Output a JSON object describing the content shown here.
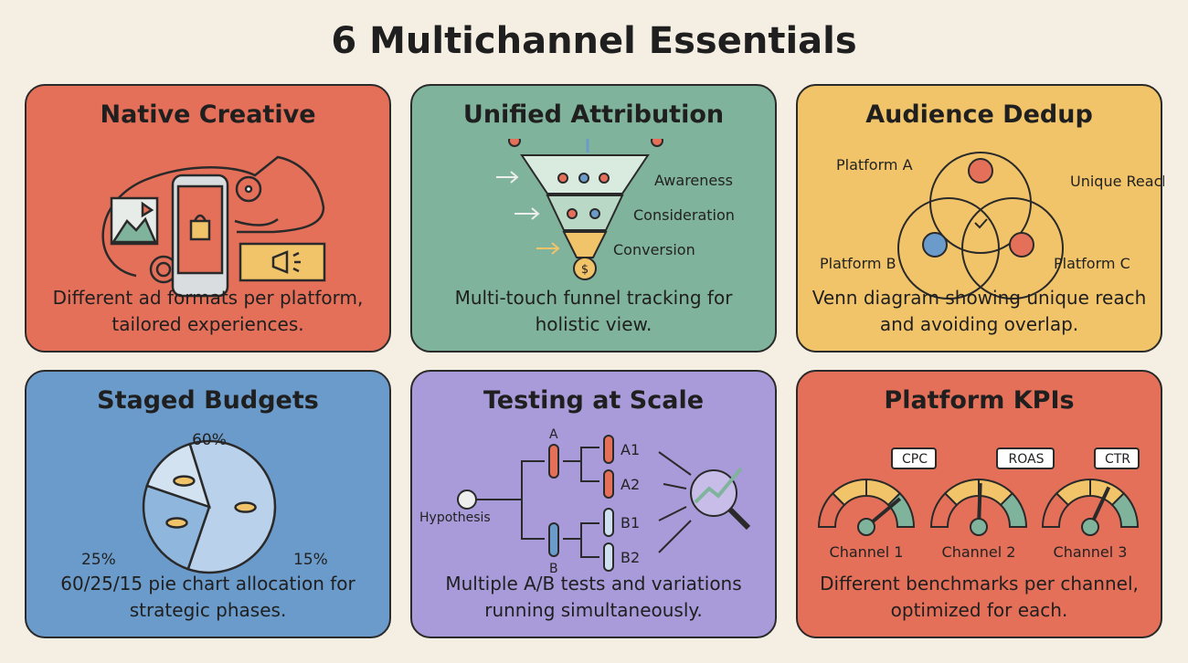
{
  "title": "6 Multichannel Essentials",
  "colors": {
    "background": "#f5efe3",
    "red": "#e5705a",
    "green": "#80b39b",
    "yellow": "#f2c46a",
    "blue": "#6b9bca",
    "purple": "#a99bd9",
    "outline": "#2a2a2a"
  },
  "cards": [
    {
      "title": "Native Creative",
      "desc": "Different ad formats per platform, tailored experiences."
    },
    {
      "title": "Unified Attribution",
      "desc": "Multi-touch funnel tracking for holistic view.",
      "labels": [
        "Awareness",
        "Consideration",
        "Conversion"
      ],
      "coin": "$"
    },
    {
      "title": "Audience Dedup",
      "desc": "Venn diagram showing unique reach and avoiding overlap.",
      "labels": [
        "Platform A",
        "Platform B",
        "Platform C",
        "Unique Reach"
      ]
    },
    {
      "title": "Staged Budgets",
      "desc": "60/25/15 pie chart allocation for strategic phases.",
      "slices": [
        {
          "label": "60%",
          "value": 60
        },
        {
          "label": "25%",
          "value": 25
        },
        {
          "label": "15%",
          "value": 15
        }
      ]
    },
    {
      "title": "Testing at Scale",
      "desc": "Multiple A/B tests and variations running simultaneously.",
      "labels": [
        "Hypothesis",
        "A",
        "B",
        "A1",
        "A2",
        "B1",
        "B2"
      ]
    },
    {
      "title": "Platform KPIs",
      "desc": "Different benchmarks per channel, optimized for each.",
      "gauges": [
        {
          "tag": "CPC",
          "channel": "Channel 1"
        },
        {
          "tag": "ROAS",
          "channel": "Channel 2"
        },
        {
          "tag": "CTR",
          "channel": "Channel 3"
        }
      ]
    }
  ]
}
